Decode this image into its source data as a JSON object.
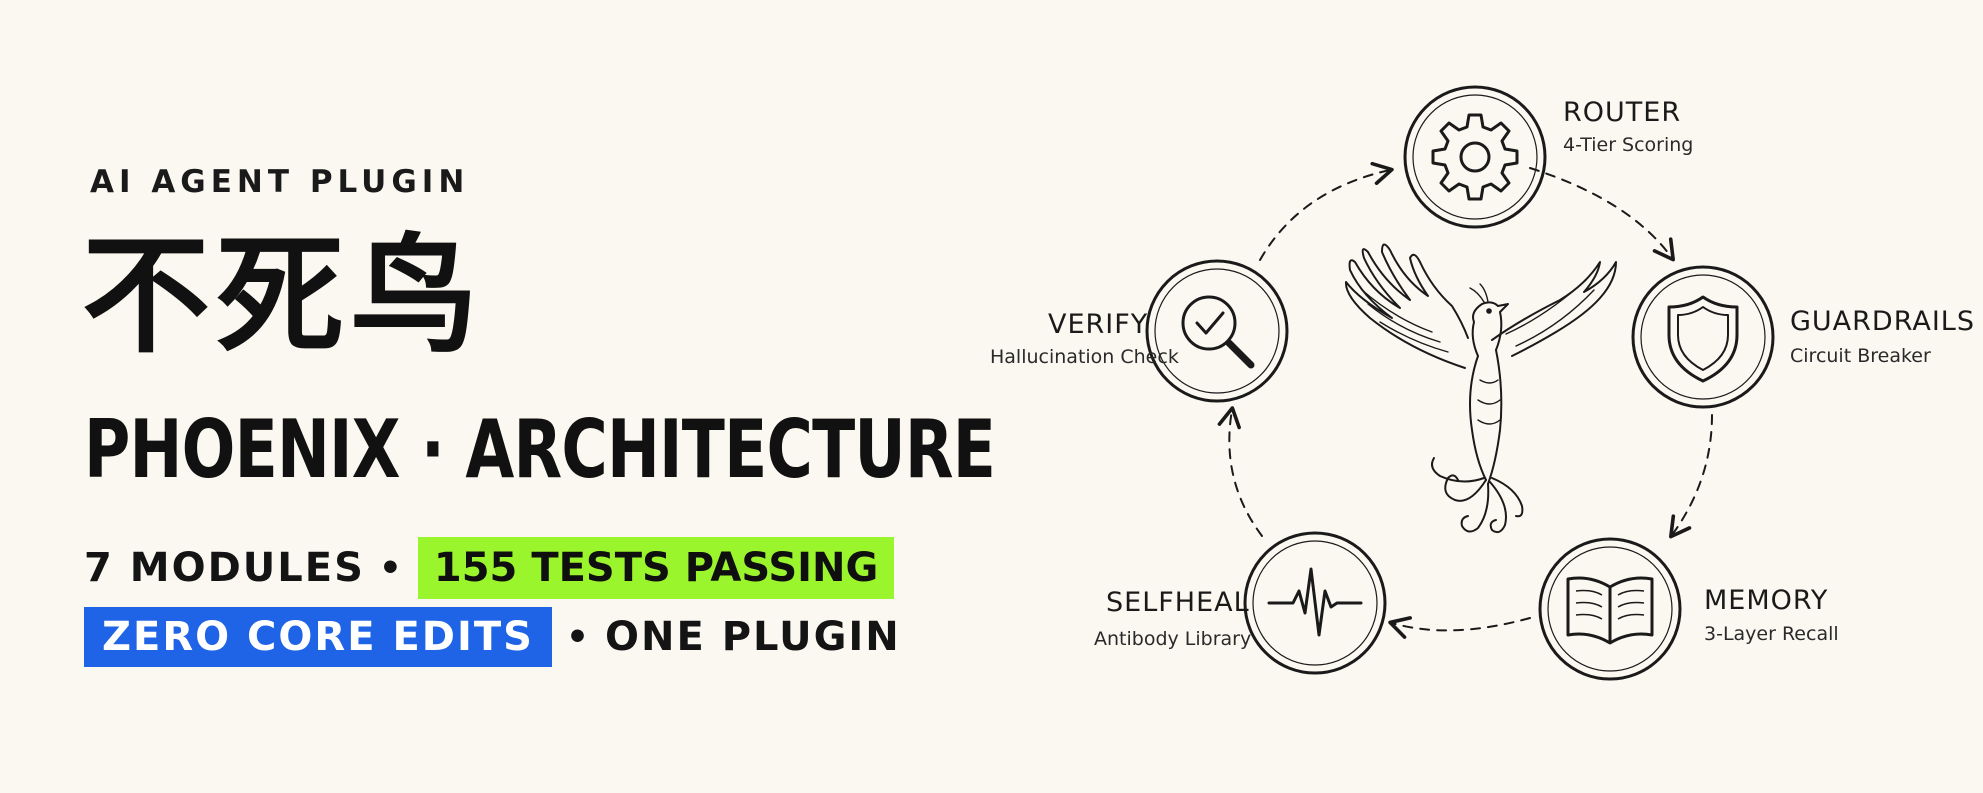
{
  "header": {
    "eyebrow": "AI AGENT PLUGIN",
    "title_cn": "不死鸟",
    "title_en": "PHOENIX · ARCHITECTURE"
  },
  "stats": {
    "modules": "7 MODULES",
    "separator": "•",
    "tests": "155 TESTS PASSING",
    "zero_core": "ZERO CORE EDITS",
    "plugin": "ONE PLUGIN"
  },
  "colors": {
    "background": "#fbf8f1",
    "highlight_green": "#9bf52c",
    "highlight_blue": "#1f63e6",
    "ink": "#141414"
  },
  "diagram": {
    "center_icon": "phoenix-icon",
    "nodes": [
      {
        "id": "router",
        "title": "ROUTER",
        "subtitle": "4-Tier Scoring",
        "icon": "gear-icon"
      },
      {
        "id": "guardrails",
        "title": "GUARDRAILS",
        "subtitle": "Circuit Breaker",
        "icon": "shield-icon"
      },
      {
        "id": "memory",
        "title": "MEMORY",
        "subtitle": "3-Layer Recall",
        "icon": "book-icon"
      },
      {
        "id": "selfheal",
        "title": "SELFHEAL",
        "subtitle": "Antibody Library",
        "icon": "pulse-icon"
      },
      {
        "id": "verify",
        "title": "VERIFY",
        "subtitle": "Hallucination Check",
        "icon": "magnifier-check-icon"
      }
    ]
  }
}
